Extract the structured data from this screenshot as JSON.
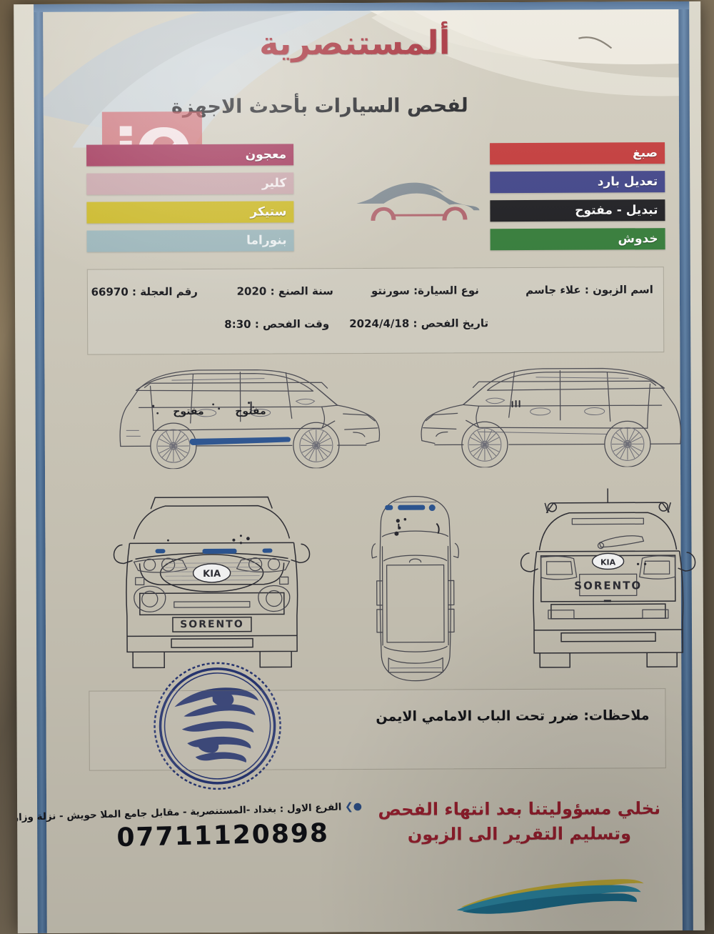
{
  "document": {
    "type": "car-inspection-report",
    "language": "ar"
  },
  "header": {
    "title": "ألمستنصرية",
    "subtitle": "لفحص السيارات بأحدث الاجهزة",
    "watermark": "iQ",
    "logo_icon": "car-silhouette-icon",
    "title_color": "#9f1f2a",
    "subtitle_color": "#15161a"
  },
  "legend": {
    "left_items": [
      {
        "label": "معجون",
        "color": "#9e2a50",
        "text_color": "#ffffff"
      },
      {
        "label": "كلير",
        "color": "#c8a3a8",
        "text_color": "#efe2e4"
      },
      {
        "label": "ستيكر",
        "color": "#ccb81c",
        "text_color": "#ffffff"
      },
      {
        "label": "بنوراما",
        "color": "#9ab6bb",
        "text_color": "#e8f0f1"
      }
    ],
    "right_items": [
      {
        "label": "صبغ",
        "color": "#c33434",
        "text_color": "#ffffff"
      },
      {
        "label": "تعديل بارد",
        "color": "#3b3f86",
        "text_color": "#ffffff"
      },
      {
        "label": "تبديل - مفتوح",
        "color": "#17171b",
        "text_color": "#ffffff"
      },
      {
        "label": "خدوش",
        "color": "#2f7a34",
        "text_color": "#ffffff"
      }
    ]
  },
  "info": {
    "customer_name": {
      "label": "اسم الزبون :",
      "value": "علاء جاسم"
    },
    "car_type": {
      "label": "نوع السيارة:",
      "value": "سورنتو"
    },
    "manufacture_year": {
      "label": "سنة الصنع :",
      "value": "2020"
    },
    "wheel_number": {
      "label": "رقم العجلة :",
      "value": "66970"
    },
    "inspection_date": {
      "label": "تاريخ الفحص :",
      "value": "2024/4/18"
    },
    "inspection_time": {
      "label": "وقت الفحص :",
      "value": "8:30"
    }
  },
  "diagrams": {
    "right_side": {
      "name": "right-side-view",
      "annotations": [
        "مفتوح",
        "مفتوح"
      ],
      "damage_color": "#2e5896"
    },
    "left_side": {
      "name": "left-side-view",
      "annotations": []
    },
    "front": {
      "name": "front-view",
      "badge": "KIA",
      "model": "SORENTO"
    },
    "top": {
      "name": "top-view",
      "annotations": []
    },
    "rear": {
      "name": "rear-view",
      "badge": "KIA",
      "model": "SORENTO"
    }
  },
  "notes": {
    "text": "ملاحظات: ضرر تحت الباب الامامي الايمن"
  },
  "stamp": {
    "name": "official-round-stamp",
    "color": "#1b2c72"
  },
  "footer": {
    "disclaimer_line1": "نخلي مسؤوليتنا بعد انتهاء الفحص",
    "disclaimer_line2": "وتسليم التقرير الى الزبون",
    "disclaimer_color": "#9c2030",
    "address": "الفرع الاول : بغداد -المستنصرية - مقابل جامع الملا حويش - نزلة وزارة المالية",
    "phone": "07711120898",
    "location_icon": "map-pin-icon"
  }
}
